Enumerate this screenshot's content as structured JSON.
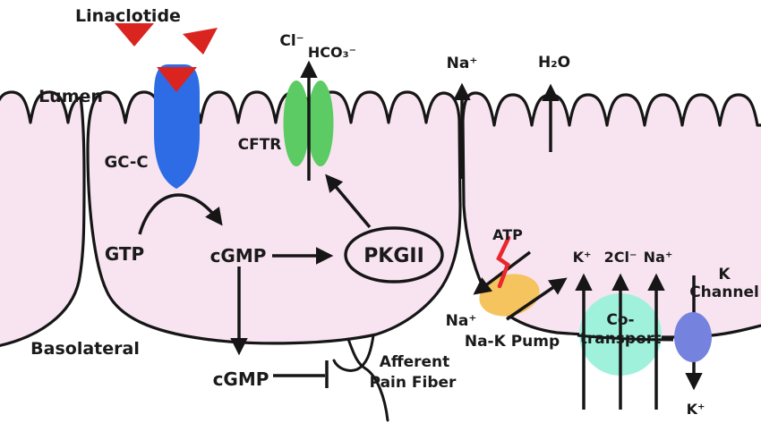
{
  "title": "Linaclotide mechanism of action in intestinal epithelium",
  "colors": {
    "background": "#ffffff",
    "cell_fill": "#f8e4f1",
    "outline": "#161616",
    "receptor_blue": "#2d6ce5",
    "ligand_red": "#da2420",
    "cftr_green": "#5ccb64",
    "pump_orange": "#f5c45f",
    "cotransport_cyan": "#9ff1dc",
    "kchannel_blue": "#7583df",
    "atp_red": "#e8282d",
    "text": "#1a1a1a"
  },
  "labels": {
    "linaclotide": "Linaclotide",
    "lumen": "Lumen",
    "gcc": "GC-C",
    "cftr": "CFTR",
    "cl_out": "Cl⁻",
    "hco3_out": "HCO₃⁻",
    "na_top": "Na⁺",
    "h2o": "H₂O",
    "gtp": "GTP",
    "cgmp": "cGMP",
    "pkgii": "PKGII",
    "atp": "ATP",
    "na_paracellular": "Na⁺",
    "nak_pump": "Na-K Pump",
    "k_in": "K⁺",
    "cl2_in": "2Cl⁻",
    "na_in": "Na⁺",
    "k_channel_line1": "K",
    "k_channel_line2": "Channel",
    "cotransport_line1": "Co-",
    "cotransport_line2": "transport",
    "basolateral": "Basolateral",
    "cgmp_secreted": "cGMP",
    "afferent_line1": "Afferent",
    "afferent_line2": "Pain Fiber",
    "k_out": "K⁺"
  }
}
